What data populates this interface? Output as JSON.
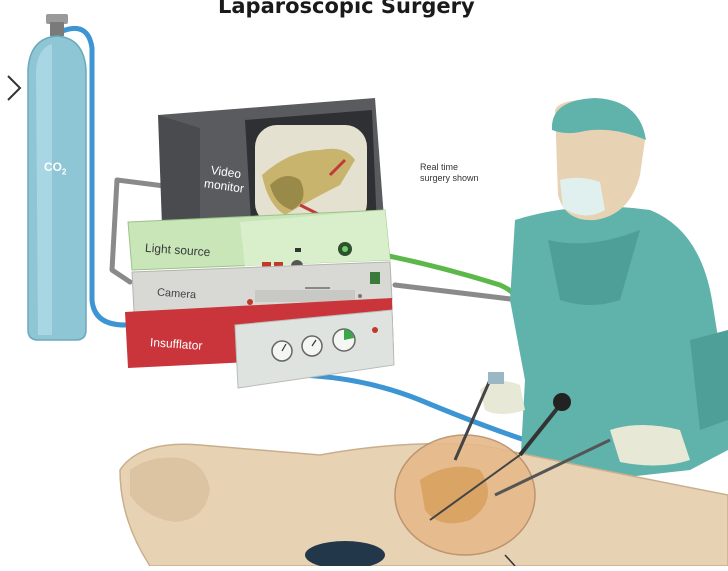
{
  "title": "Laparoscopic Surgery",
  "labels": {
    "co2_main": "CO",
    "co2_sub": "2",
    "video_monitor_line1": "Video",
    "video_monitor_line2": "monitor",
    "light_source": "Light source",
    "camera": "Camera",
    "insufflator": "Insufflator",
    "note_line1": "Real time",
    "note_line2": "surgery shown"
  },
  "colors": {
    "co2_tank": "#8ec6d6",
    "monitor_case": "#5a5b5e",
    "light_source": "#c8e6b8",
    "camera": "#d8d9d4",
    "insufflator": "#c9353a",
    "insufflator_panel": "#dfe3df",
    "co2_tube": "#3d95d4",
    "light_cable": "#5cb84a",
    "camera_cable": "#8a8a8a",
    "scrubs": "#5fb3ab",
    "skin": "#e8d2b4"
  },
  "icons": [
    "gas-valve-icon",
    "dial-gauge-icon",
    "power-switch-icon",
    "status-lights-icon"
  ]
}
